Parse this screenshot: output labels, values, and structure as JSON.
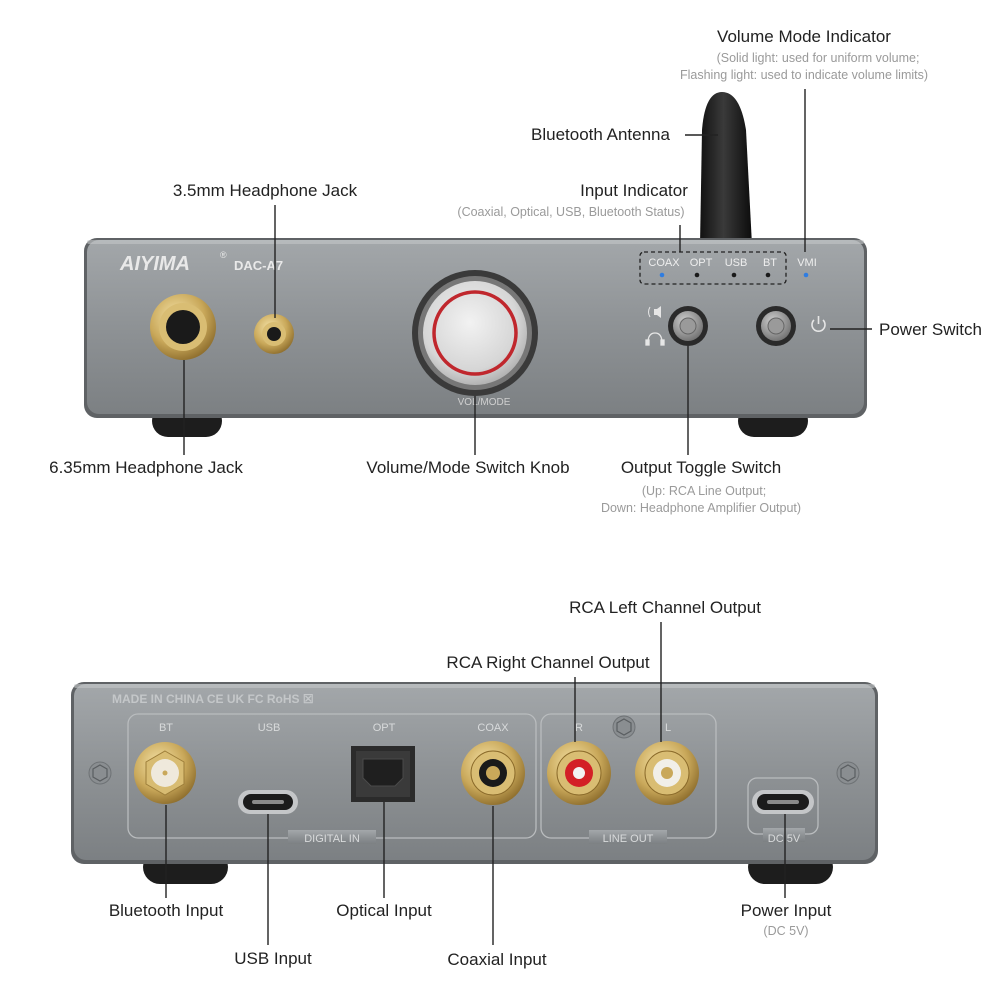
{
  "front": {
    "brand": "AIYIMA",
    "registered": "®",
    "model": "DAC-A7",
    "knob_label": "VOL/MODE",
    "indicators": [
      "COAX",
      "OPT",
      "USB",
      "BT"
    ],
    "vmi_label": "VMI"
  },
  "rear": {
    "certifications": "MADE IN CHINA  CE UK FC RoHS ☒",
    "port_labels": {
      "bt": "BT",
      "usb": "USB",
      "opt": "OPT",
      "coax": "COAX",
      "r": "R",
      "l": "L"
    },
    "group_digital": "DIGITAL IN",
    "group_line": "LINE OUT",
    "dc_label": "DC 5V"
  },
  "callouts": {
    "volume_mode_indicator": {
      "title": "Volume Mode Indicator",
      "sub1": "(Solid light: used for uniform volume;",
      "sub2": "Flashing light: used to indicate volume limits)"
    },
    "bluetooth_antenna": "Bluetooth Antenna",
    "headphone_35": "3.5mm Headphone Jack",
    "input_indicator": {
      "title": "Input Indicator",
      "sub": "(Coaxial, Optical, USB, Bluetooth Status)"
    },
    "power_switch": "Power Switch",
    "headphone_635": "6.35mm Headphone Jack",
    "volume_knob": "Volume/Mode Switch Knob",
    "output_toggle": {
      "title": "Output Toggle Switch",
      "sub1": "(Up: RCA Line Output;",
      "sub2": "Down: Headphone Amplifier Output)"
    },
    "rca_left": "RCA Left Channel Output",
    "rca_right": "RCA Right Channel Output",
    "bluetooth_input": "Bluetooth Input",
    "usb_input": "USB Input",
    "optical_input": "Optical Input",
    "coaxial_input": "Coaxial Input",
    "power_input": {
      "title": "Power Input",
      "sub": "(DC 5V)"
    }
  },
  "colors": {
    "chassis": "#8d9194",
    "led_blue": "#2f7de1",
    "knob_ring": "#c0272d",
    "gold": "#c9a85a"
  }
}
